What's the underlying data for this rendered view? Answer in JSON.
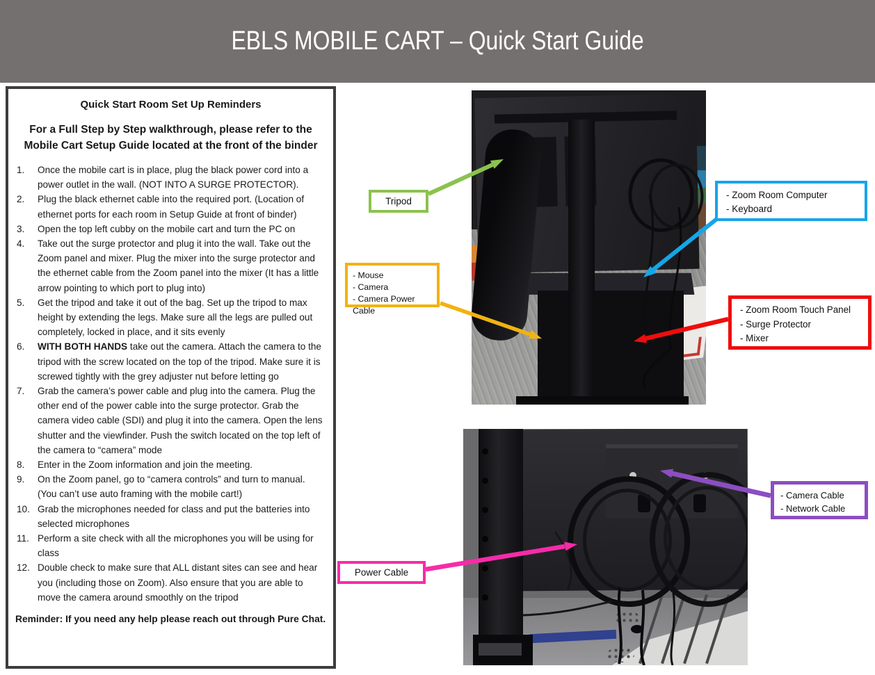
{
  "header": {
    "title": "EBLS MOBILE CART – Quick Start Guide"
  },
  "panel": {
    "title": "Quick Start Room Set Up Reminders",
    "subtitle": "For a Full Step by Step walkthrough, please refer to the Mobile Cart Setup Guide located at the front of the binder",
    "steps": [
      {
        "num": "1.",
        "text": "Once the mobile cart is in place, plug the black power cord into a power outlet in the wall. (NOT INTO A SURGE PROTECTOR)."
      },
      {
        "num": "2.",
        "text": "Plug the black ethernet cable into the required port. (Location of ethernet ports for each room in Setup Guide at front of binder)"
      },
      {
        "num": "3.",
        "text": "Open the top left cubby on the mobile cart and turn the PC on"
      },
      {
        "num": "4.",
        "text": "Take out the surge protector and plug it into the wall. Take out the Zoom panel and mixer. Plug the mixer into the surge protector and the ethernet cable from the Zoom panel into the mixer (It has a little arrow pointing to which port to plug into)"
      },
      {
        "num": "5.",
        "text": "Get the tripod and take it out of the bag. Set up the tripod to max height by extending the legs. Make sure all the legs are pulled out completely, locked in place, and it sits evenly"
      },
      {
        "num": "6.",
        "bold": "WITH BOTH HANDS",
        "text": " take out the camera. Attach the camera to the tripod with the screw located on the top of the tripod. Make sure it is screwed tightly with the grey adjuster nut before letting go"
      },
      {
        "num": "7.",
        "text": "Grab the camera’s power cable and plug into the camera. Plug the other end of the power cable into the surge protector. Grab the camera video cable (SDI) and plug it into the camera. Open the lens shutter and the viewfinder. Push the switch located on the top left of the camera to “camera” mode"
      },
      {
        "num": "8.",
        "text": "Enter in the Zoom information and join the meeting."
      },
      {
        "num": "9.",
        "text": "On the Zoom panel, go to “camera controls” and turn to manual. (You can’t use auto framing with the mobile cart!)"
      },
      {
        "num": "10.",
        "text": "Grab the microphones needed for class and put the batteries into selected microphones"
      },
      {
        "num": "11.",
        "text": "Perform a site check with all the microphones you will be using for class"
      },
      {
        "num": "12.",
        "text": "Double check to make sure that ALL distant sites can see and hear you (including those on Zoom). Also ensure that you are able to move the camera around smoothly on the tripod"
      }
    ],
    "reminder": "Reminder: If you need any help please reach out through Pure Chat."
  },
  "callouts": {
    "tripod": {
      "label": "Tripod",
      "color": "#8CC24E"
    },
    "computer": {
      "lines": [
        "- Zoom Room Computer",
        "- Keyboard"
      ],
      "color": "#16A5E8"
    },
    "mouse": {
      "lines": [
        "- Mouse",
        "- Camera",
        "- Camera Power Cable"
      ],
      "color": "#F2B211"
    },
    "touch_panel": {
      "lines": [
        "- Zoom Room Touch Panel",
        "- Surge Protector",
        "- Mixer"
      ],
      "color": "#EE0D0D"
    },
    "camera_cable": {
      "lines": [
        "- Camera Cable",
        "- Network Cable"
      ],
      "color": "#8C4EC0"
    },
    "power_cable": {
      "label": "Power Cable",
      "color": "#F72BA8"
    }
  },
  "colors": {
    "header_bg": "#757070",
    "panel_border": "#3D3D3D"
  }
}
